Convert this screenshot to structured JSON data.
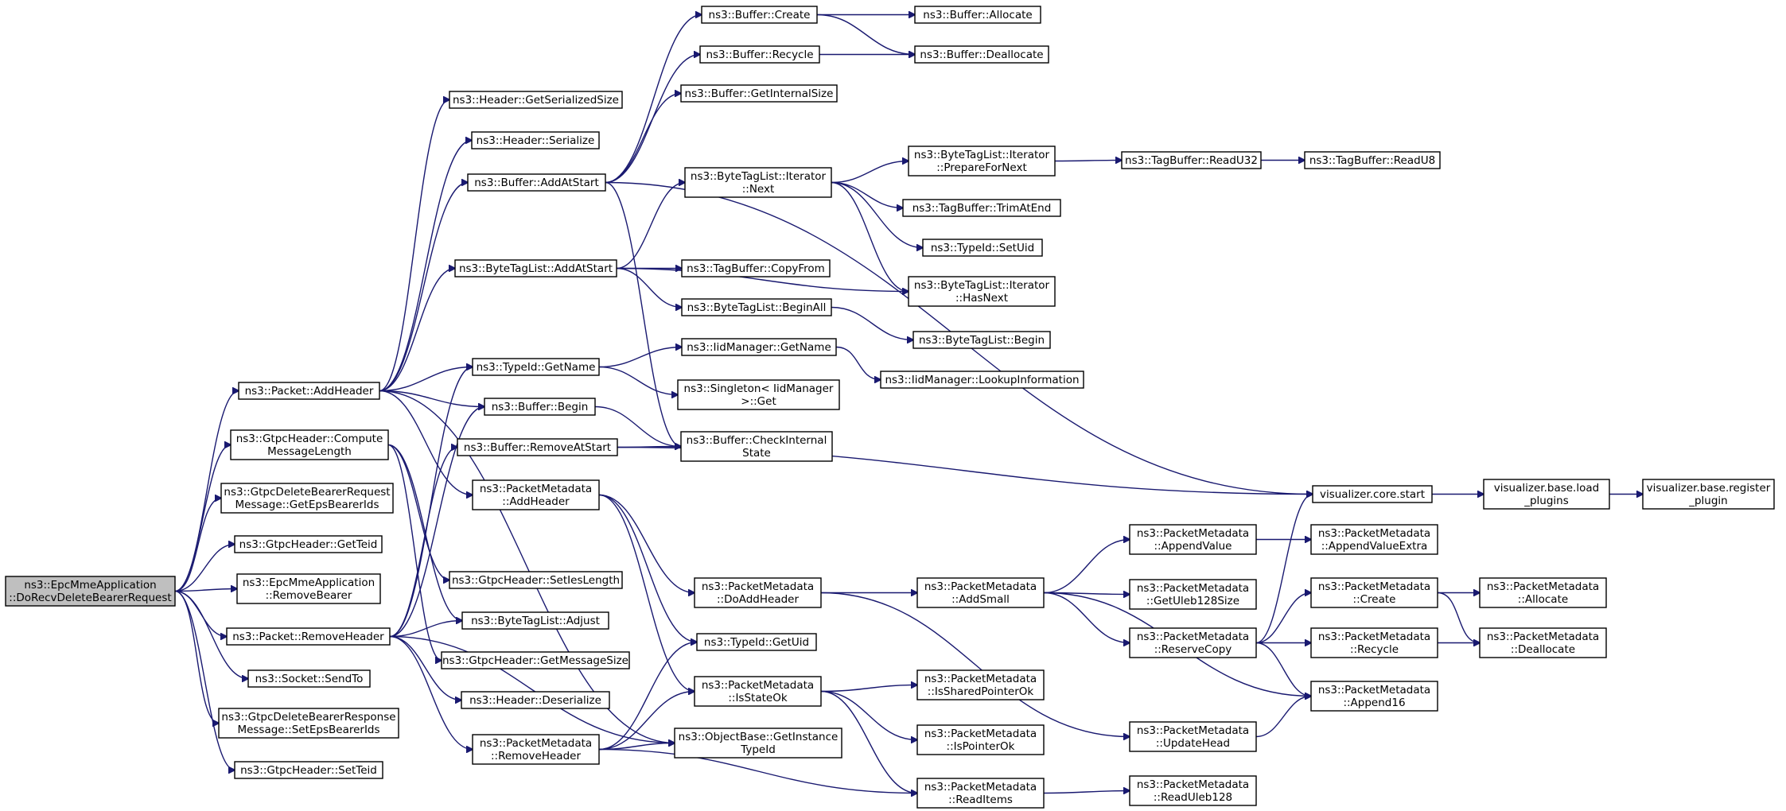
{
  "graph": {
    "title": "Call graph: ns3::EpcMmeApplication::DoRecvDeleteBearerRequest",
    "colors": {
      "edge": "#191970",
      "node_border": "#000000",
      "root_fill": "#bfbfbf",
      "node_fill": "#ffffff"
    },
    "nodes": [
      {
        "id": "root",
        "lines": [
          "ns3::EpcMmeApplication",
          "::DoRecvDeleteBearerRequest"
        ],
        "root": true
      },
      {
        "id": "pkt_addheader",
        "lines": [
          "ns3::Packet::AddHeader"
        ]
      },
      {
        "id": "gtpc_compute",
        "lines": [
          "ns3::GtpcHeader::Compute",
          "MessageLength"
        ]
      },
      {
        "id": "gtpc_delreq_get",
        "lines": [
          "ns3::GtpcDeleteBearerRequest",
          "Message::GetEpsBearerIds"
        ]
      },
      {
        "id": "gtpc_getteid",
        "lines": [
          "ns3::GtpcHeader::GetTeid"
        ]
      },
      {
        "id": "epc_removebearer",
        "lines": [
          "ns3::EpcMmeApplication",
          "::RemoveBearer"
        ]
      },
      {
        "id": "pkt_removeheader",
        "lines": [
          "ns3::Packet::RemoveHeader"
        ]
      },
      {
        "id": "socket_sendto",
        "lines": [
          "ns3::Socket::SendTo"
        ]
      },
      {
        "id": "gtpc_delresp_set",
        "lines": [
          "ns3::GtpcDeleteBearerResponse",
          "Message::SetEpsBearerIds"
        ]
      },
      {
        "id": "gtpc_setteid",
        "lines": [
          "ns3::GtpcHeader::SetTeid"
        ]
      },
      {
        "id": "hdr_getsersize",
        "lines": [
          "ns3::Header::GetSerializedSize"
        ]
      },
      {
        "id": "hdr_serialize",
        "lines": [
          "ns3::Header::Serialize"
        ]
      },
      {
        "id": "buf_addatstart",
        "lines": [
          "ns3::Buffer::AddAtStart"
        ]
      },
      {
        "id": "btl_addatstart",
        "lines": [
          "ns3::ByteTagList::AddAtStart"
        ]
      },
      {
        "id": "typeid_getname",
        "lines": [
          "ns3::TypeId::GetName"
        ]
      },
      {
        "id": "buf_begin",
        "lines": [
          "ns3::Buffer::Begin"
        ]
      },
      {
        "id": "buf_removeatstart",
        "lines": [
          "ns3::Buffer::RemoveAtStart"
        ]
      },
      {
        "id": "pm_addheader",
        "lines": [
          "ns3::PacketMetadata",
          "::AddHeader"
        ]
      },
      {
        "id": "gtpc_setieslength",
        "lines": [
          "ns3::GtpcHeader::SetIesLength"
        ]
      },
      {
        "id": "btl_adjust",
        "lines": [
          "ns3::ByteTagList::Adjust"
        ]
      },
      {
        "id": "gtpc_getmsgsize",
        "lines": [
          "ns3::GtpcHeader::GetMessageSize"
        ]
      },
      {
        "id": "hdr_deserialize",
        "lines": [
          "ns3::Header::Deserialize"
        ]
      },
      {
        "id": "pm_removeheader",
        "lines": [
          "ns3::PacketMetadata",
          "::RemoveHeader"
        ]
      },
      {
        "id": "buf_create",
        "lines": [
          "ns3::Buffer::Create"
        ]
      },
      {
        "id": "buf_recycle",
        "lines": [
          "ns3::Buffer::Recycle"
        ]
      },
      {
        "id": "buf_getinternalsize",
        "lines": [
          "ns3::Buffer::GetInternalSize"
        ]
      },
      {
        "id": "btl_it_next",
        "lines": [
          "ns3::ByteTagList::Iterator",
          "::Next"
        ]
      },
      {
        "id": "tagbuf_copyfrom",
        "lines": [
          "ns3::TagBuffer::CopyFrom"
        ]
      },
      {
        "id": "btl_beginall",
        "lines": [
          "ns3::ByteTagList::BeginAll"
        ]
      },
      {
        "id": "iidm_getname",
        "lines": [
          "ns3::IidManager::GetName"
        ]
      },
      {
        "id": "singleton_get",
        "lines": [
          "ns3::Singleton< IidManager",
          " >::Get"
        ]
      },
      {
        "id": "buf_checkinternal",
        "lines": [
          "ns3::Buffer::CheckInternal",
          "State"
        ]
      },
      {
        "id": "pm_doaddheader",
        "lines": [
          "ns3::PacketMetadata",
          "::DoAddHeader"
        ]
      },
      {
        "id": "typeid_getuid",
        "lines": [
          "ns3::TypeId::GetUid"
        ]
      },
      {
        "id": "pm_isstateok",
        "lines": [
          "ns3::PacketMetadata",
          "::IsStateOk"
        ]
      },
      {
        "id": "objbase_getinstance",
        "lines": [
          "ns3::ObjectBase::GetInstance",
          "TypeId"
        ]
      },
      {
        "id": "buf_allocate",
        "lines": [
          "ns3::Buffer::Allocate"
        ]
      },
      {
        "id": "buf_deallocate",
        "lines": [
          "ns3::Buffer::Deallocate"
        ]
      },
      {
        "id": "btl_it_preparefornext",
        "lines": [
          "ns3::ByteTagList::Iterator",
          "::PrepareForNext"
        ]
      },
      {
        "id": "tagbuf_trimatend",
        "lines": [
          "ns3::TagBuffer::TrimAtEnd"
        ]
      },
      {
        "id": "typeid_setuid",
        "lines": [
          "ns3::TypeId::SetUid"
        ]
      },
      {
        "id": "btl_it_hasnext",
        "lines": [
          "ns3::ByteTagList::Iterator",
          "::HasNext"
        ]
      },
      {
        "id": "btl_begin",
        "lines": [
          "ns3::ByteTagList::Begin"
        ]
      },
      {
        "id": "iidm_lookupinfo",
        "lines": [
          "ns3::IidManager::LookupInformation"
        ]
      },
      {
        "id": "pm_addsmall",
        "lines": [
          "ns3::PacketMetadata",
          "::AddSmall"
        ]
      },
      {
        "id": "pm_issharedpointerok",
        "lines": [
          "ns3::PacketMetadata",
          "::IsSharedPointerOk"
        ]
      },
      {
        "id": "pm_ispointerok",
        "lines": [
          "ns3::PacketMetadata",
          "::IsPointerOk"
        ]
      },
      {
        "id": "pm_readitems",
        "lines": [
          "ns3::PacketMetadata",
          "::ReadItems"
        ]
      },
      {
        "id": "tagbuf_readu32",
        "lines": [
          "ns3::TagBuffer::ReadU32"
        ]
      },
      {
        "id": "tagbuf_readu8",
        "lines": [
          "ns3::TagBuffer::ReadU8"
        ]
      },
      {
        "id": "pm_appendvalue",
        "lines": [
          "ns3::PacketMetadata",
          "::AppendValue"
        ]
      },
      {
        "id": "pm_getuleb128size",
        "lines": [
          "ns3::PacketMetadata",
          "::GetUleb128Size"
        ]
      },
      {
        "id": "pm_reservecopy",
        "lines": [
          "ns3::PacketMetadata",
          "::ReserveCopy"
        ]
      },
      {
        "id": "pm_updatehead",
        "lines": [
          "ns3::PacketMetadata",
          "::UpdateHead"
        ]
      },
      {
        "id": "pm_readuleb128",
        "lines": [
          "ns3::PacketMetadata",
          "::ReadUleb128"
        ]
      },
      {
        "id": "viz_core_start",
        "lines": [
          "visualizer.core.start"
        ]
      },
      {
        "id": "pm_appendvalueextra",
        "lines": [
          "ns3::PacketMetadata",
          "::AppendValueExtra"
        ]
      },
      {
        "id": "pm_create",
        "lines": [
          "ns3::PacketMetadata",
          "::Create"
        ]
      },
      {
        "id": "pm_recycle",
        "lines": [
          "ns3::PacketMetadata",
          "::Recycle"
        ]
      },
      {
        "id": "pm_append16",
        "lines": [
          "ns3::PacketMetadata",
          "::Append16"
        ]
      },
      {
        "id": "viz_load_plugins",
        "lines": [
          "visualizer.base.load",
          "_plugins"
        ]
      },
      {
        "id": "pm_allocate",
        "lines": [
          "ns3::PacketMetadata",
          "::Allocate"
        ]
      },
      {
        "id": "pm_deallocate",
        "lines": [
          "ns3::PacketMetadata",
          "::Deallocate"
        ]
      },
      {
        "id": "viz_register_plugin",
        "lines": [
          "visualizer.base.register",
          "_plugin"
        ]
      }
    ],
    "edges": [
      [
        "root",
        "pkt_addheader"
      ],
      [
        "root",
        "gtpc_compute"
      ],
      [
        "root",
        "gtpc_delreq_get"
      ],
      [
        "root",
        "gtpc_getteid"
      ],
      [
        "root",
        "epc_removebearer"
      ],
      [
        "root",
        "pkt_removeheader"
      ],
      [
        "root",
        "socket_sendto"
      ],
      [
        "root",
        "gtpc_delresp_set"
      ],
      [
        "root",
        "gtpc_setteid"
      ],
      [
        "pkt_addheader",
        "hdr_getsersize"
      ],
      [
        "pkt_addheader",
        "hdr_serialize"
      ],
      [
        "pkt_addheader",
        "buf_addatstart"
      ],
      [
        "pkt_addheader",
        "btl_addatstart"
      ],
      [
        "pkt_addheader",
        "typeid_getname"
      ],
      [
        "pkt_addheader",
        "buf_begin"
      ],
      [
        "pkt_addheader",
        "pm_addheader"
      ],
      [
        "pkt_addheader",
        "objbase_getinstance"
      ],
      [
        "gtpc_compute",
        "gtpc_setieslength"
      ],
      [
        "gtpc_compute",
        "gtpc_getmsgsize"
      ],
      [
        "gtpc_compute",
        "btl_adjust"
      ],
      [
        "pkt_removeheader",
        "typeid_getname"
      ],
      [
        "pkt_removeheader",
        "buf_begin"
      ],
      [
        "pkt_removeheader",
        "buf_removeatstart"
      ],
      [
        "pkt_removeheader",
        "btl_adjust"
      ],
      [
        "pkt_removeheader",
        "hdr_deserialize"
      ],
      [
        "pkt_removeheader",
        "pm_removeheader"
      ],
      [
        "pkt_removeheader",
        "objbase_getinstance"
      ],
      [
        "buf_addatstart",
        "buf_create"
      ],
      [
        "buf_addatstart",
        "buf_recycle"
      ],
      [
        "buf_addatstart",
        "buf_getinternalsize"
      ],
      [
        "buf_addatstart",
        "viz_core_start"
      ],
      [
        "buf_addatstart",
        "buf_checkinternal"
      ],
      [
        "btl_addatstart",
        "btl_it_next"
      ],
      [
        "btl_addatstart",
        "btl_it_hasnext"
      ],
      [
        "btl_addatstart",
        "tagbuf_copyfrom"
      ],
      [
        "btl_addatstart",
        "btl_beginall"
      ],
      [
        "typeid_getname",
        "iidm_getname"
      ],
      [
        "typeid_getname",
        "singleton_get"
      ],
      [
        "buf_begin",
        "buf_checkinternal"
      ],
      [
        "buf_removeatstart",
        "buf_checkinternal"
      ],
      [
        "buf_removeatstart",
        "viz_core_start"
      ],
      [
        "pm_addheader",
        "pm_doaddheader"
      ],
      [
        "pm_addheader",
        "typeid_getuid"
      ],
      [
        "pm_addheader",
        "pm_isstateok"
      ],
      [
        "pm_removeheader",
        "typeid_getuid"
      ],
      [
        "pm_removeheader",
        "pm_isstateok"
      ],
      [
        "pm_removeheader",
        "objbase_getinstance"
      ],
      [
        "pm_removeheader",
        "pm_readitems"
      ],
      [
        "buf_create",
        "buf_allocate"
      ],
      [
        "buf_create",
        "buf_deallocate"
      ],
      [
        "buf_recycle",
        "buf_deallocate"
      ],
      [
        "btl_it_next",
        "btl_it_preparefornext"
      ],
      [
        "btl_it_next",
        "tagbuf_trimatend"
      ],
      [
        "btl_it_next",
        "typeid_setuid"
      ],
      [
        "btl_it_next",
        "btl_it_hasnext"
      ],
      [
        "btl_beginall",
        "btl_begin"
      ],
      [
        "iidm_getname",
        "iidm_lookupinfo"
      ],
      [
        "pm_doaddheader",
        "pm_addsmall"
      ],
      [
        "pm_doaddheader",
        "pm_updatehead"
      ],
      [
        "pm_isstateok",
        "pm_issharedpointerok"
      ],
      [
        "pm_isstateok",
        "pm_ispointerok"
      ],
      [
        "pm_isstateok",
        "pm_readitems"
      ],
      [
        "btl_it_preparefornext",
        "tagbuf_readu32"
      ],
      [
        "tagbuf_readu32",
        "tagbuf_readu8"
      ],
      [
        "pm_addsmall",
        "pm_appendvalue"
      ],
      [
        "pm_addsmall",
        "pm_getuleb128size"
      ],
      [
        "pm_addsmall",
        "pm_reservecopy"
      ],
      [
        "pm_addsmall",
        "pm_append16"
      ],
      [
        "pm_readitems",
        "pm_readuleb128"
      ],
      [
        "pm_appendvalue",
        "pm_appendvalueextra"
      ],
      [
        "pm_reservecopy",
        "viz_core_start"
      ],
      [
        "pm_reservecopy",
        "pm_create"
      ],
      [
        "pm_reservecopy",
        "pm_recycle"
      ],
      [
        "pm_reservecopy",
        "pm_append16"
      ],
      [
        "pm_updatehead",
        "pm_append16"
      ],
      [
        "viz_core_start",
        "viz_load_plugins"
      ],
      [
        "viz_load_plugins",
        "viz_register_plugin"
      ],
      [
        "pm_create",
        "pm_allocate"
      ],
      [
        "pm_create",
        "pm_deallocate"
      ],
      [
        "pm_recycle",
        "pm_deallocate"
      ]
    ]
  }
}
